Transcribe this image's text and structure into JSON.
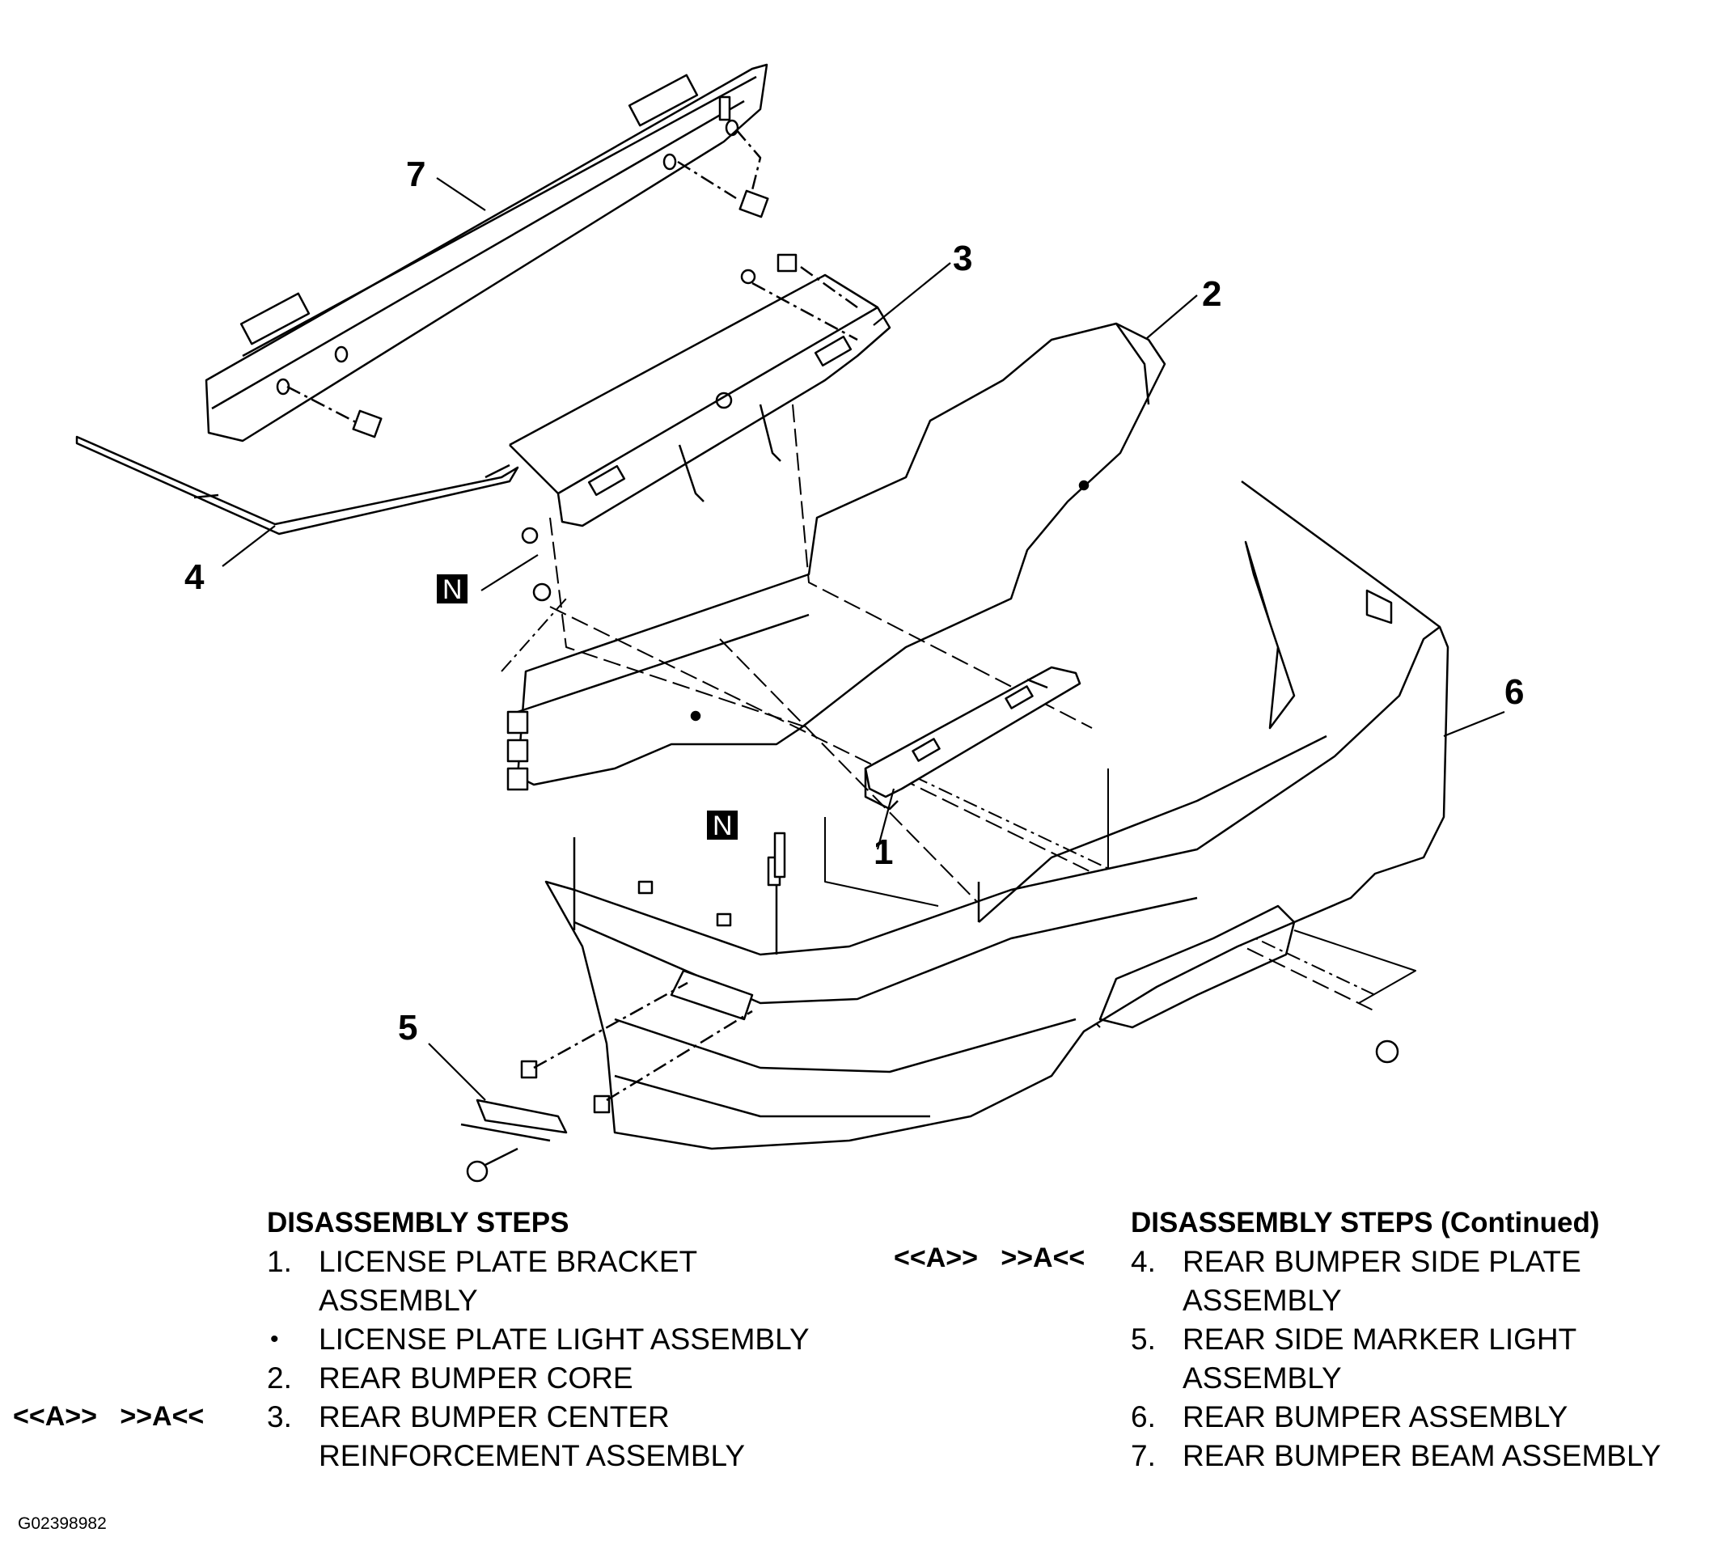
{
  "callouts": [
    "1",
    "2",
    "3",
    "4",
    "5",
    "6",
    "7"
  ],
  "new_part_symbol": "N",
  "legend_left": {
    "heading": "DISASSEMBLY STEPS",
    "steps": [
      {
        "num": "1.",
        "text": "LICENSE PLATE BRACKET",
        "text2": "ASSEMBLY"
      },
      {
        "num": "•",
        "text": "LICENSE PLATE LIGHT ASSEMBLY"
      },
      {
        "num": "2.",
        "text": "REAR BUMPER CORE"
      },
      {
        "num": "3.",
        "text": "REAR BUMPER CENTER",
        "text2": "REINFORCEMENT ASSEMBLY",
        "marks": "<<A>>   >>A<<"
      }
    ]
  },
  "legend_right": {
    "heading": "DISASSEMBLY STEPS (Continued)",
    "steps": [
      {
        "num": "4.",
        "text": "REAR BUMPER SIDE PLATE",
        "text2": "ASSEMBLY",
        "marks": "<<A>>   >>A<<"
      },
      {
        "num": "5.",
        "text": "REAR SIDE MARKER LIGHT",
        "text2": "ASSEMBLY"
      },
      {
        "num": "6.",
        "text": "REAR BUMPER ASSEMBLY"
      },
      {
        "num": "7.",
        "text": "REAR BUMPER BEAM ASSEMBLY"
      }
    ]
  },
  "figure_id": "G02398982"
}
